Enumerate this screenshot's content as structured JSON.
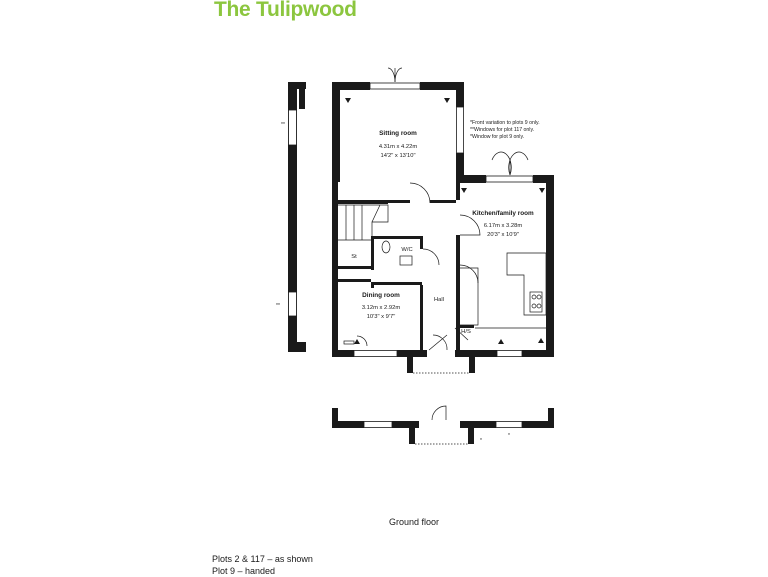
{
  "header": {
    "title": "The Tulipwood"
  },
  "notes": [
    "*Front variation to plots 9 only.",
    "**Windows for plot 117 only.",
    "*Window for plot 9 only."
  ],
  "rooms": {
    "sitting": {
      "name": "Sitting room",
      "metric": "4.31m x 4.22m",
      "imperial": "14'2\" x 13'10\""
    },
    "kitchen": {
      "name": "Kitchen/family room",
      "metric": "6.17m x 3.28m",
      "imperial": "20'3\" x 10'9\""
    },
    "dining": {
      "name": "Dining room",
      "metric": "3.12m x 2.92m",
      "imperial": "10'3\" x 9'7\""
    },
    "wc": "W/C",
    "store": "St",
    "hall": "Hall",
    "hs": "H/S"
  },
  "markers": {
    "single": "*",
    "double": "**"
  },
  "footer": {
    "floor_label": "Ground floor",
    "plots_line1": "Plots 2 & 117 – as shown",
    "plots_line2": "Plot 9 – handed"
  }
}
